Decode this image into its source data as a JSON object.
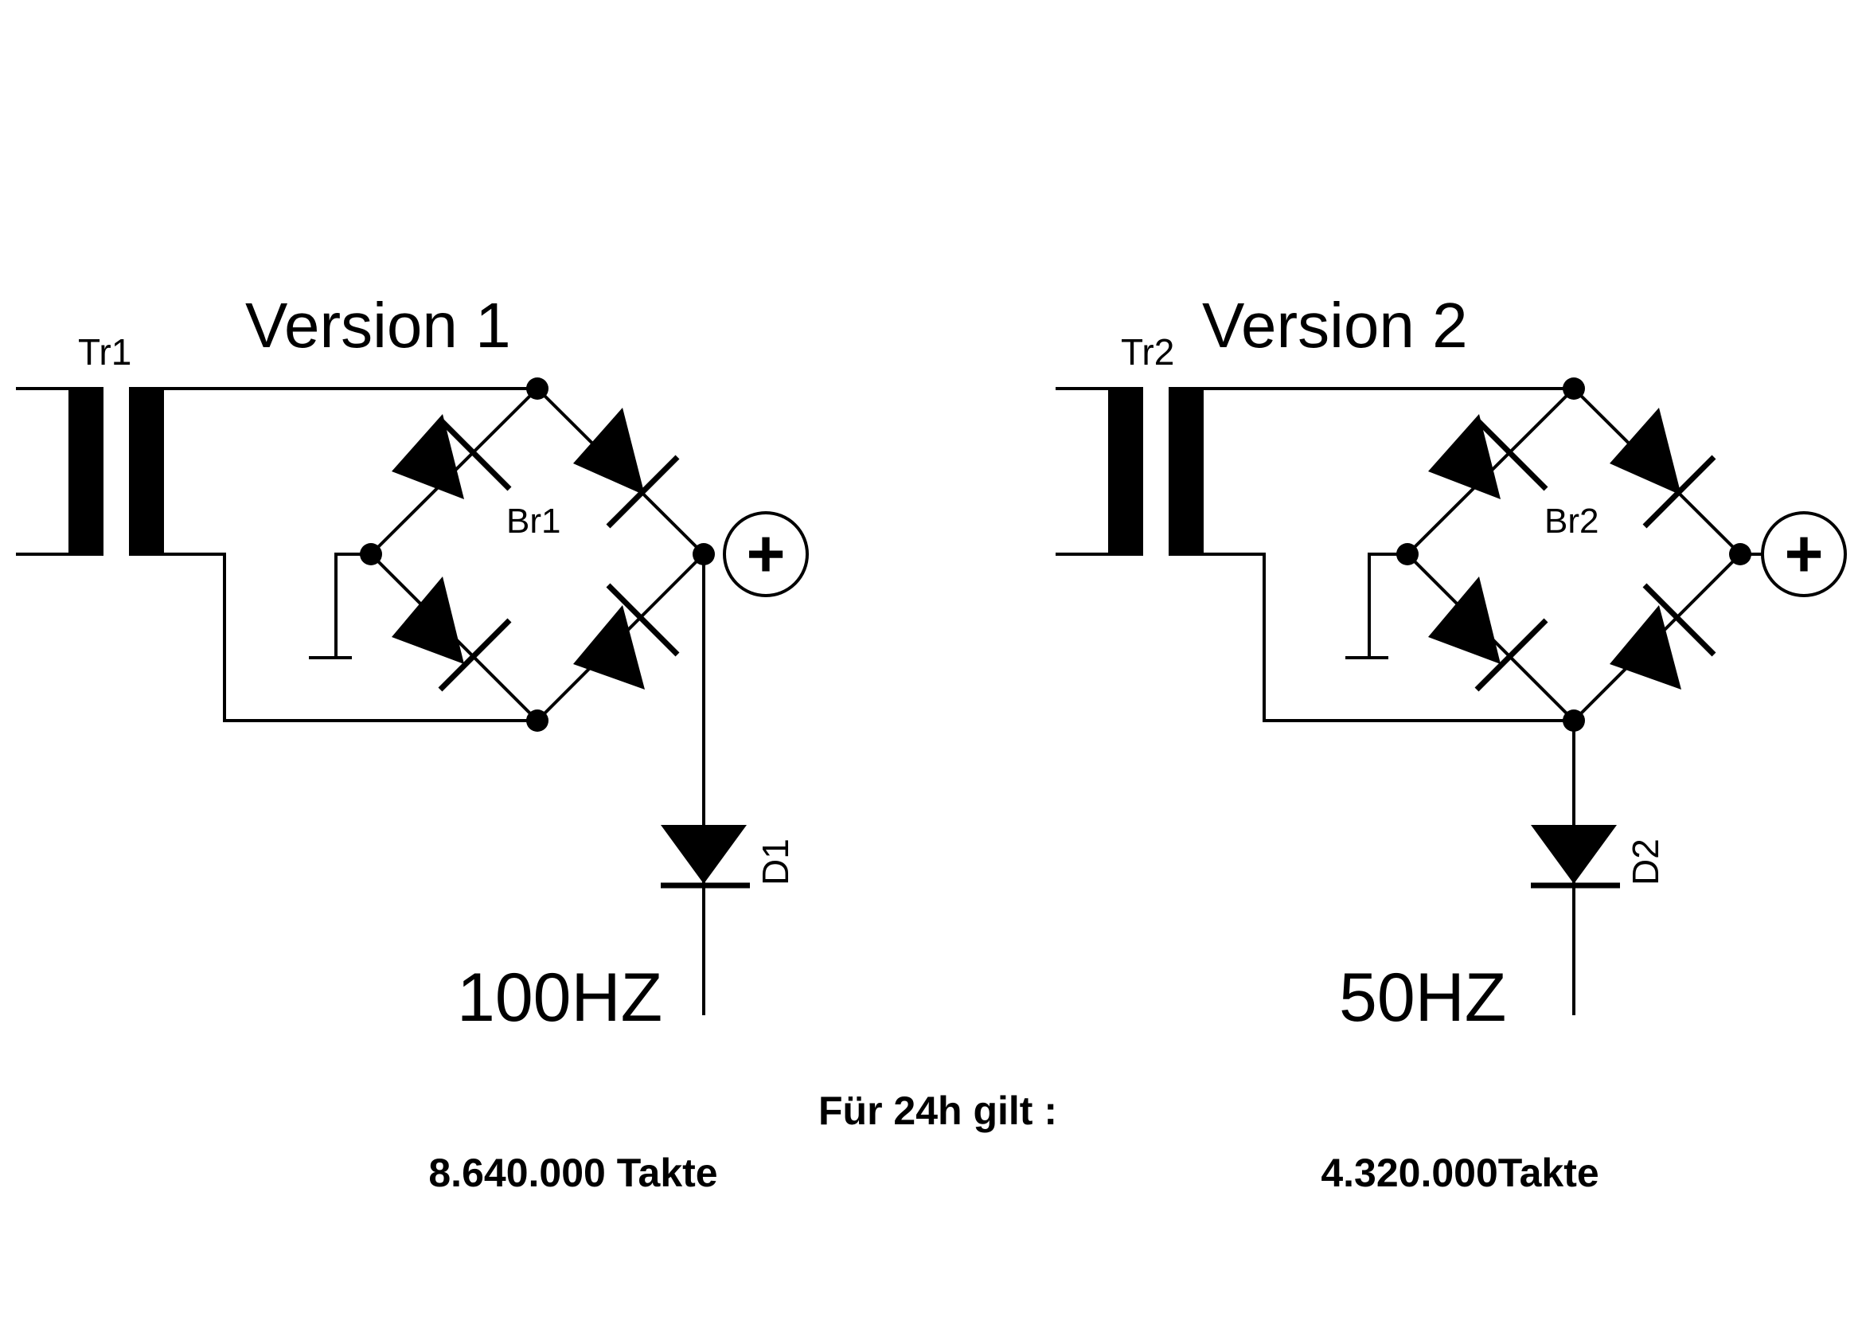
{
  "version1": {
    "title": "Version 1",
    "transformer": "Tr1",
    "bridge": "Br1",
    "diode": "D1",
    "frequency": "100HZ"
  },
  "version2": {
    "title": "Version 2",
    "transformer": "Tr2",
    "bridge": "Br2",
    "diode": "D2",
    "frequency": "50HZ"
  },
  "plus_symbol": "+",
  "footer": {
    "heading": "Für 24h gilt :",
    "count1": "8.640.000 Takte",
    "count2": "4.320.000Takte"
  },
  "colors": {
    "line": "#000000",
    "background": "#ffffff"
  }
}
